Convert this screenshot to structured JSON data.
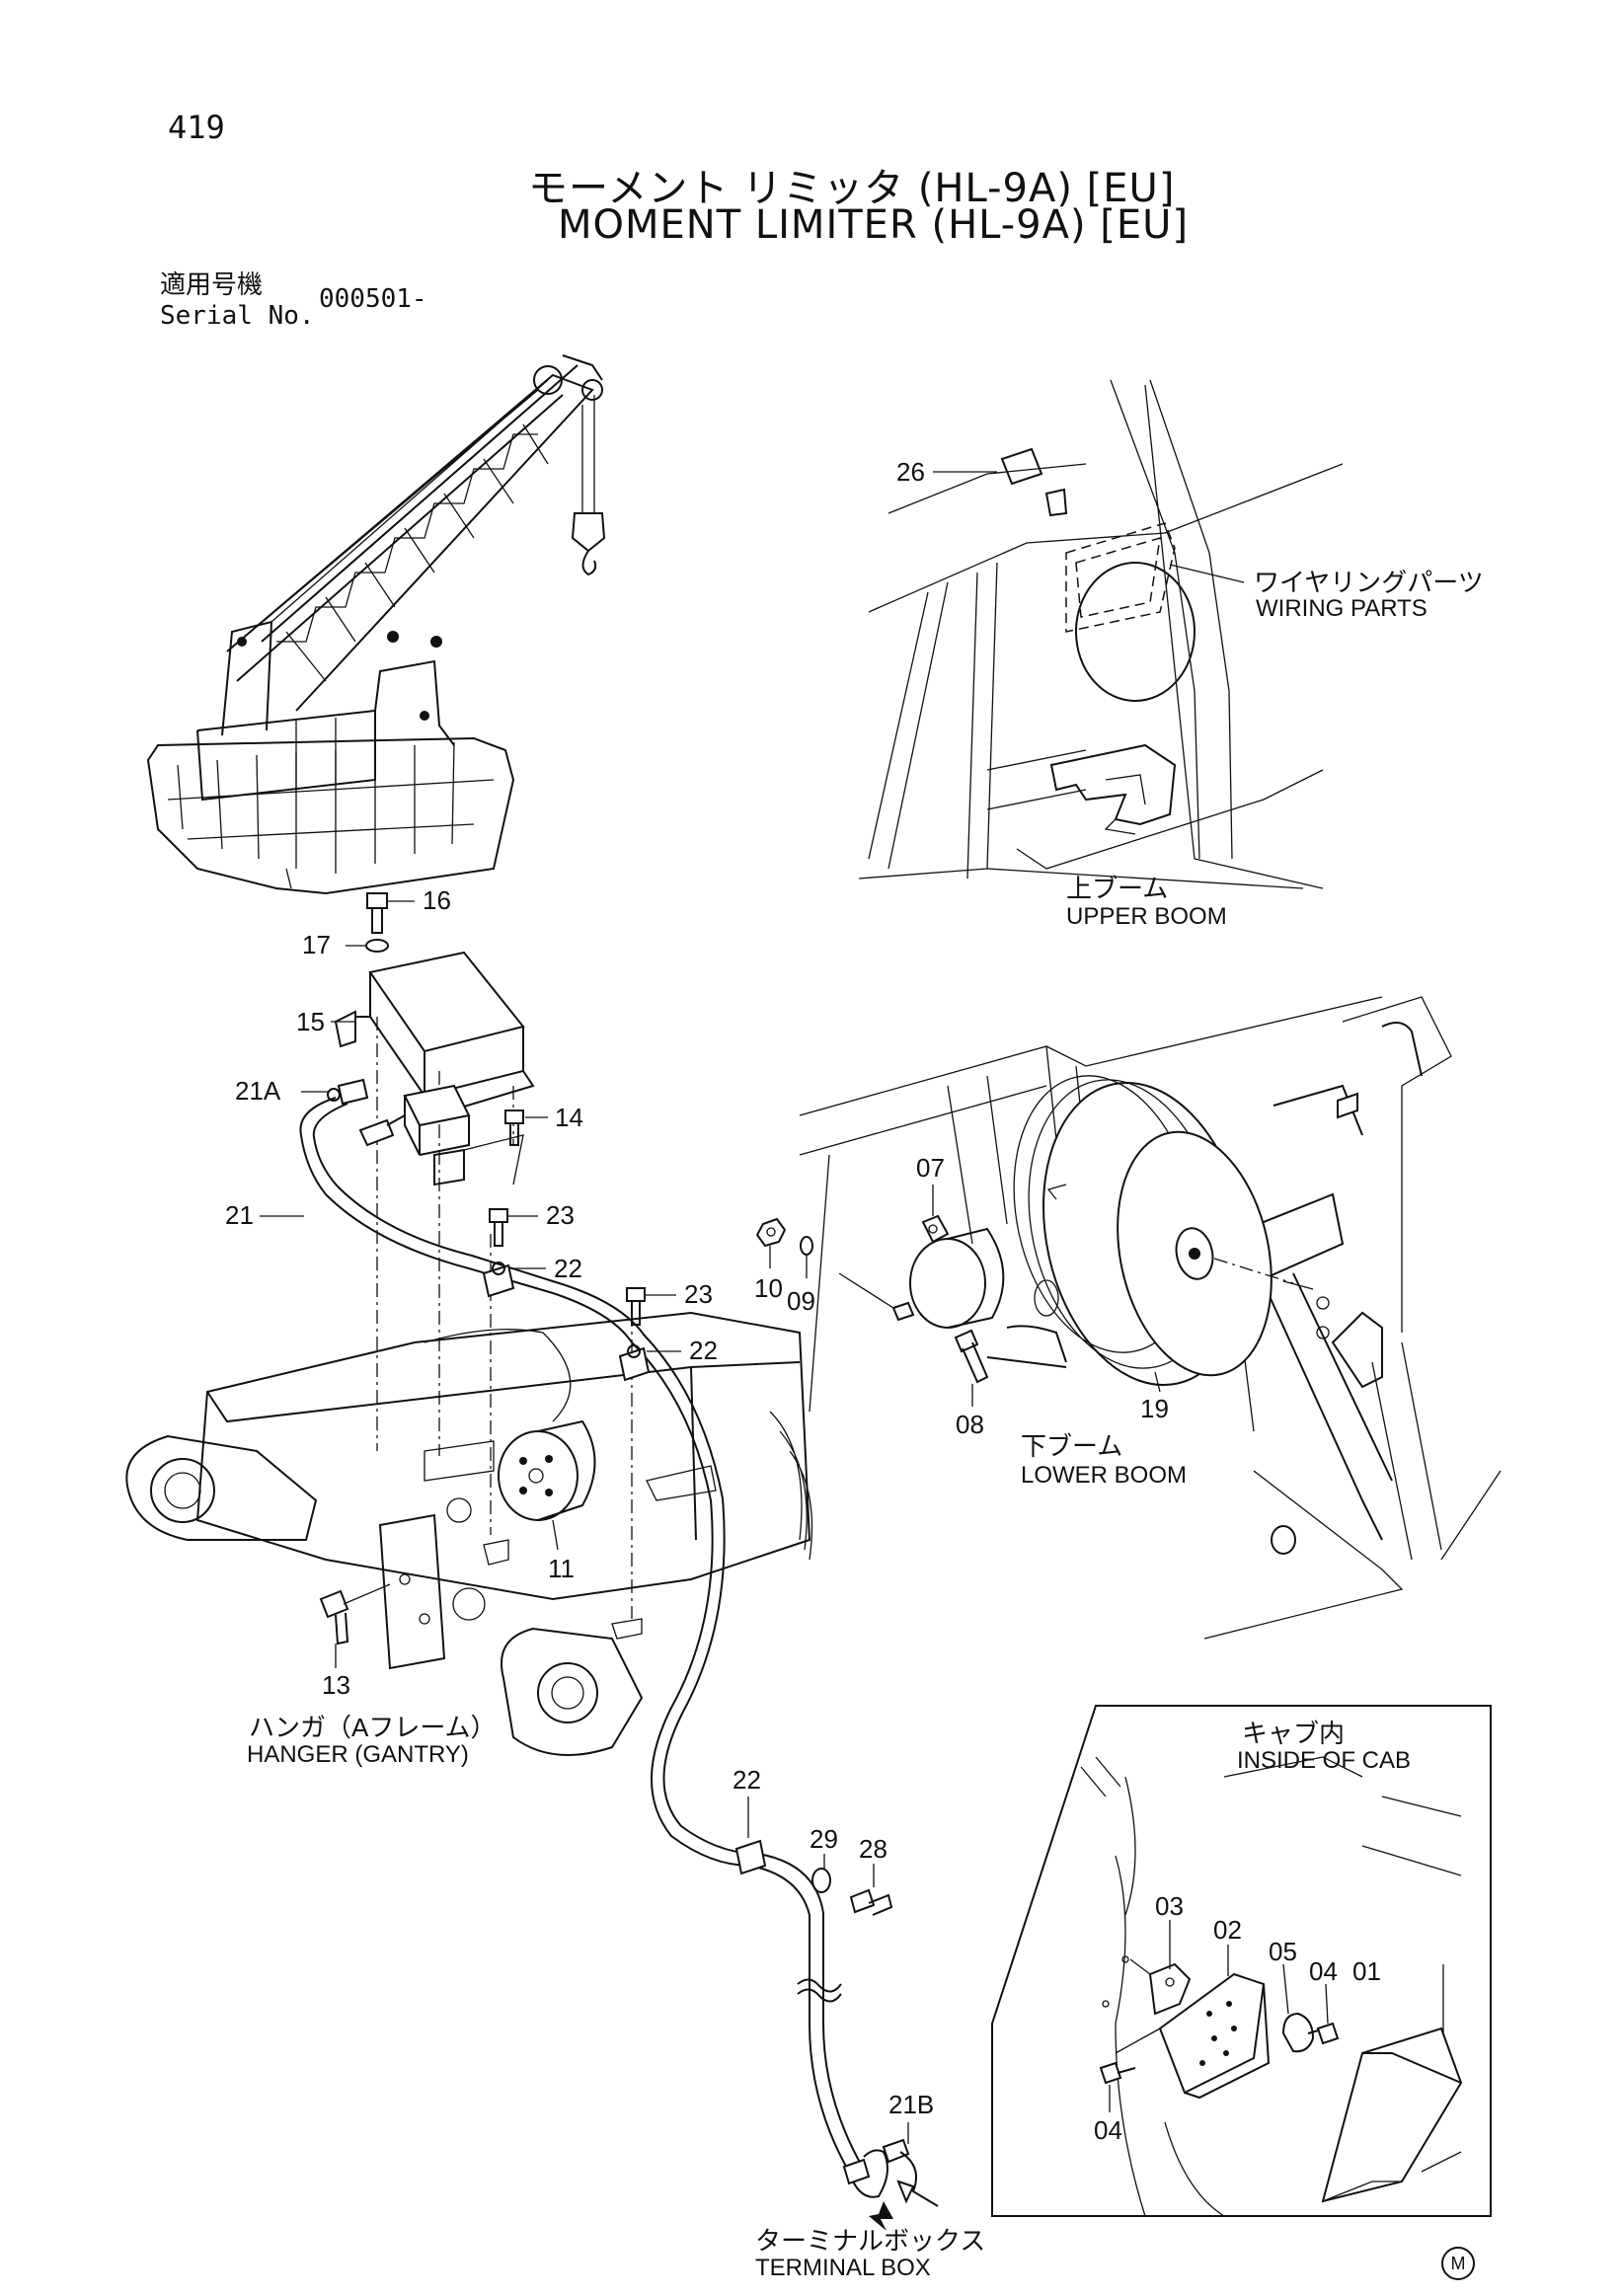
{
  "page": {
    "number": "419",
    "title_jp": "モーメント リミッタ (HL-9A) [EU]",
    "title_en": "MOMENT LIMITER (HL-9A) [EU]",
    "serial_label_jp": "適用号機",
    "serial_label_en": "Serial No.",
    "serial_value": "000501-",
    "footer_mark": "M"
  },
  "views": {
    "upper_boom": {
      "jp": "上ブーム",
      "en": "UPPER BOOM"
    },
    "wiring_parts": {
      "jp": "ワイヤリングパーツ",
      "en": "WIRING PARTS"
    },
    "lower_boom": {
      "jp": "下ブーム",
      "en": "LOWER BOOM"
    },
    "hanger": {
      "jp": "ハンガ（Aフレーム）",
      "en": "HANGER (GANTRY)"
    },
    "inside_cab": {
      "jp": "キャブ内",
      "en": "INSIDE OF CAB"
    },
    "terminal_box": {
      "jp": "ターミナルボックス",
      "en": "TERMINAL BOX"
    }
  },
  "callouts": {
    "c26": "26",
    "c16": "16",
    "c17": "17",
    "c15": "15",
    "c21A": "21A",
    "c14": "14",
    "c21": "21",
    "c23a": "23",
    "c22a": "22",
    "c23b": "23",
    "c22b": "22",
    "c07": "07",
    "c10": "10",
    "c09": "09",
    "c08": "08",
    "c19": "19",
    "c11": "11",
    "c13": "13",
    "c22c": "22",
    "c29": "29",
    "c28": "28",
    "c21B": "21B",
    "c03": "03",
    "c02": "02",
    "c05": "05",
    "c04a": "04",
    "c01": "01",
    "c04b": "04"
  }
}
